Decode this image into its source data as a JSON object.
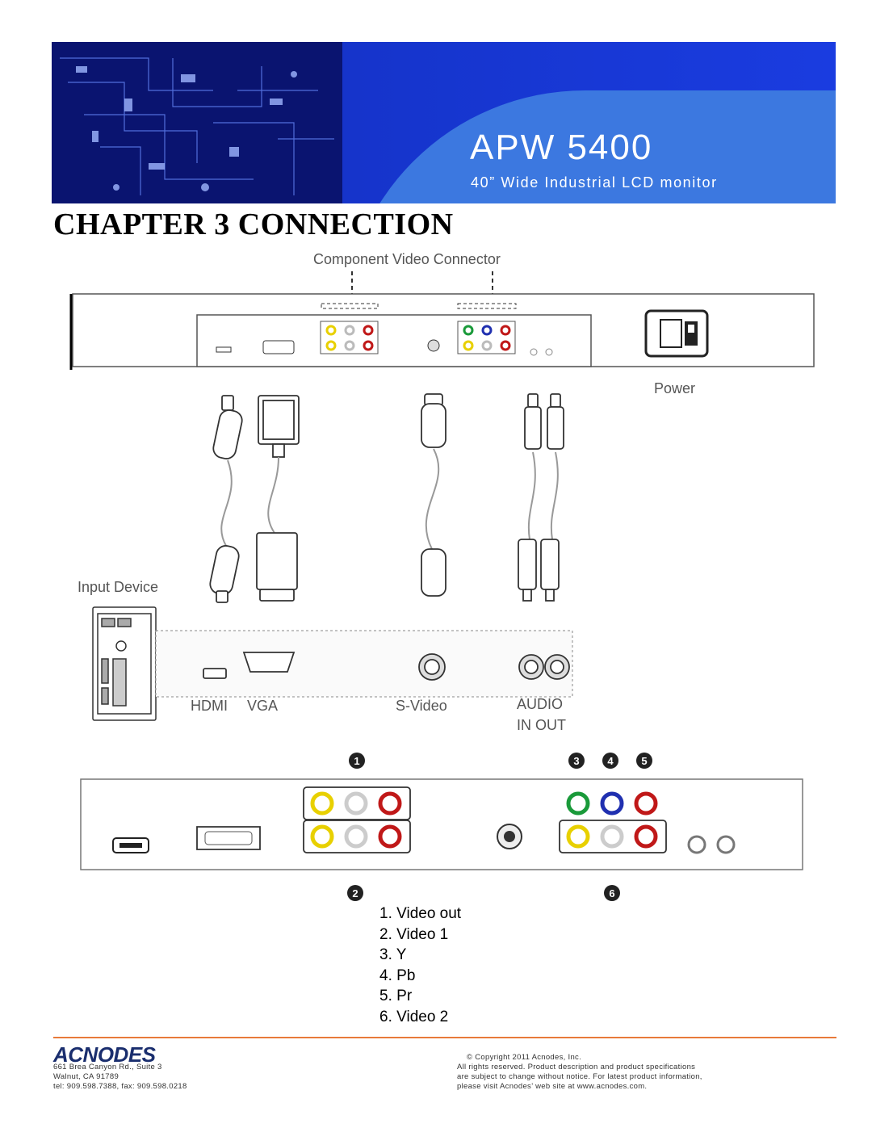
{
  "banner": {
    "model": "APW 5400",
    "subtitle": "40” Wide Industrial LCD monitor"
  },
  "chapter_title": "CHAPTER 3 CONNECTION",
  "diagram": {
    "component_label": "Component Video Connector",
    "power_label": "Power",
    "input_device_label": "Input Device",
    "hdmi_label": "HDMI",
    "vga_label": "VGA",
    "svideo_label": "S-Video",
    "audio_label": "AUDIO",
    "inout_label": "IN OUT",
    "markers": [
      "1",
      "2",
      "3",
      "4",
      "5",
      "6"
    ]
  },
  "legend": [
    {
      "num": "1.",
      "text": "Video out"
    },
    {
      "num": "2.",
      "text": "Video 1"
    },
    {
      "num": "3.",
      "text": "Y"
    },
    {
      "num": "4.",
      "text": "Pb"
    },
    {
      "num": "5.",
      "text": "Pr"
    },
    {
      "num": "6.",
      "text": "Video 2"
    }
  ],
  "footer": {
    "logo": "ACNODES",
    "address_line1": "661 Brea Canyon Rd., Suite 3",
    "address_line2": "Walnut, CA 91789",
    "address_line3": "tel: 909.598.7388, fax: 909.598.0218",
    "copyright": "© Copyright 2011 Acnodes, Inc.",
    "legal_line1": "All rights reserved. Product description and product specifications",
    "legal_line2": "are subject to change without notice. For latest product information,",
    "legal_line3": "please visit Acnodes’ web site at www.acnodes.com."
  },
  "colors": {
    "banner_dark": "#0a1a8a",
    "banner_light": "#3c78e0",
    "rule": "#e87a3a",
    "rca_yellow": "#e8d000",
    "rca_white": "#cccccc",
    "rca_red": "#c01818",
    "rca_green": "#1a9a3a",
    "rca_blue": "#2030b0"
  }
}
